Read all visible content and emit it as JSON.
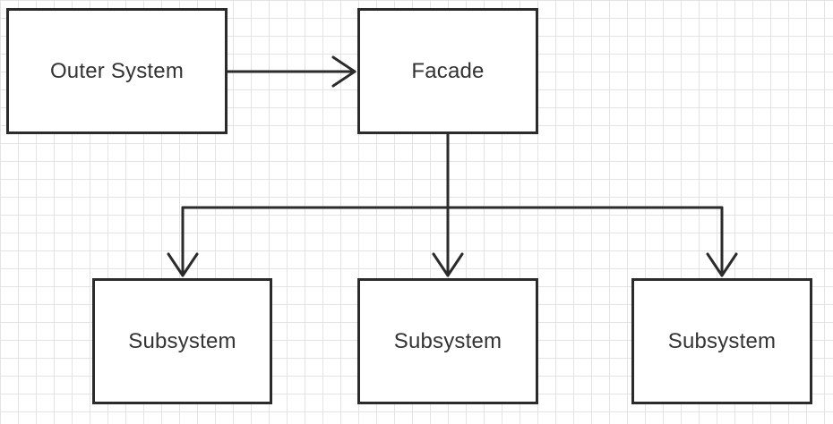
{
  "nodes": {
    "outer_system": "Outer System",
    "facade": "Facade",
    "subsystems": [
      "Subsystem",
      "Subsystem",
      "Subsystem"
    ]
  },
  "colors": {
    "stroke": "#2b2b2b",
    "grid": "#e3e3e3",
    "text": "#333333",
    "background": "#ffffff"
  }
}
